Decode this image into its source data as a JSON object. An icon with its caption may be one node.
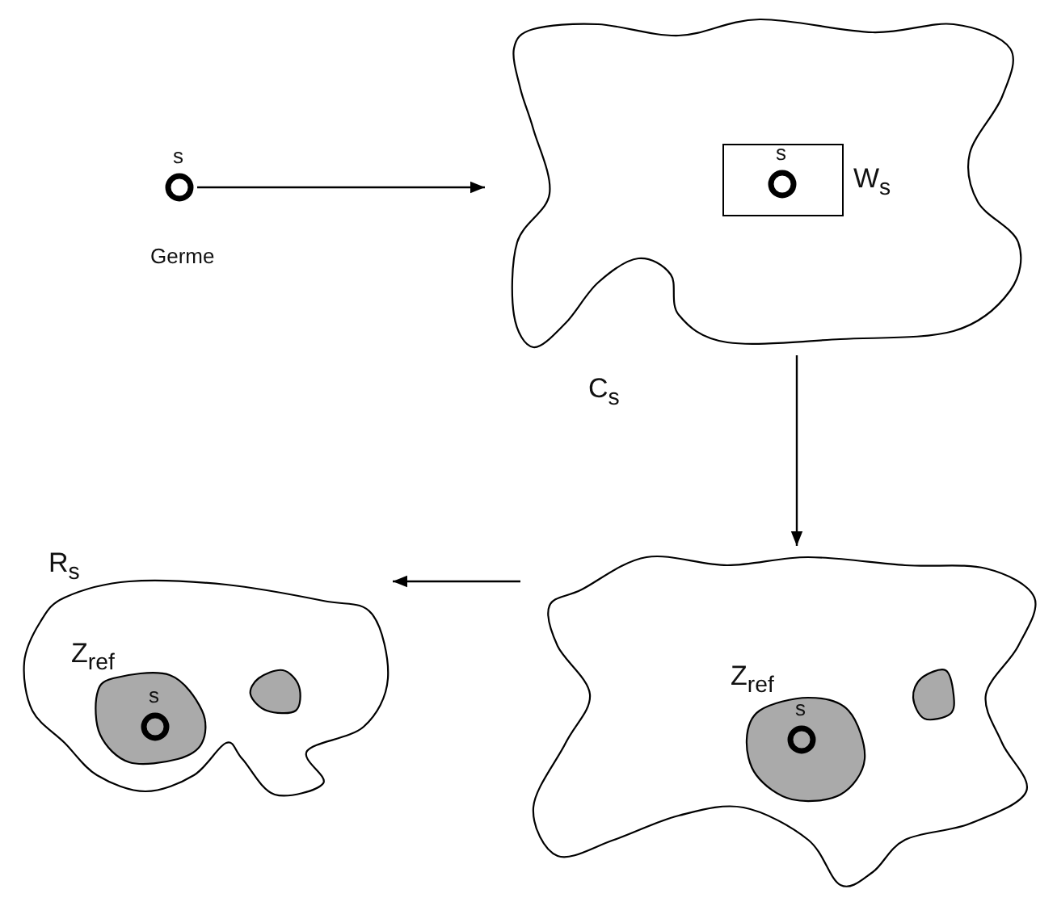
{
  "diagram": {
    "nodes": [
      {
        "text": [
          "s"
        ],
        "beside": [
          "Germe"
        ]
      },
      {
        "text": [
          "C$_{s}$"
        ]
      },
      {
        "text": [
          "W$_{s}$"
        ],
        "in": 1
      },
      {
        "text": [
          "s"
        ],
        "in": 2
      },
      {
        "text": [],
        "shape": "blob"
      },
      {
        "text": [
          "Z$_{ref}$"
        ],
        "in": 4
      },
      {
        "text": [
          "s"
        ],
        "in": 5
      },
      {
        "text": [],
        "shape": "blob",
        "in": 4
      },
      {
        "text": [
          "R$_{s}$"
        ]
      },
      {
        "text": [
          "Z$_{ref}$"
        ],
        "in": 8
      },
      {
        "text": [
          "s"
        ],
        "in": 9
      },
      {
        "text": [],
        "shape": "blob",
        "in": 8
      }
    ],
    "edges": [
      {
        "from": 0,
        "to": 1,
        "arrow": "to"
      },
      {
        "from": 1,
        "to": 4,
        "arrow": "to"
      },
      {
        "from": 4,
        "to": 8,
        "arrow": "to"
      }
    ]
  }
}
